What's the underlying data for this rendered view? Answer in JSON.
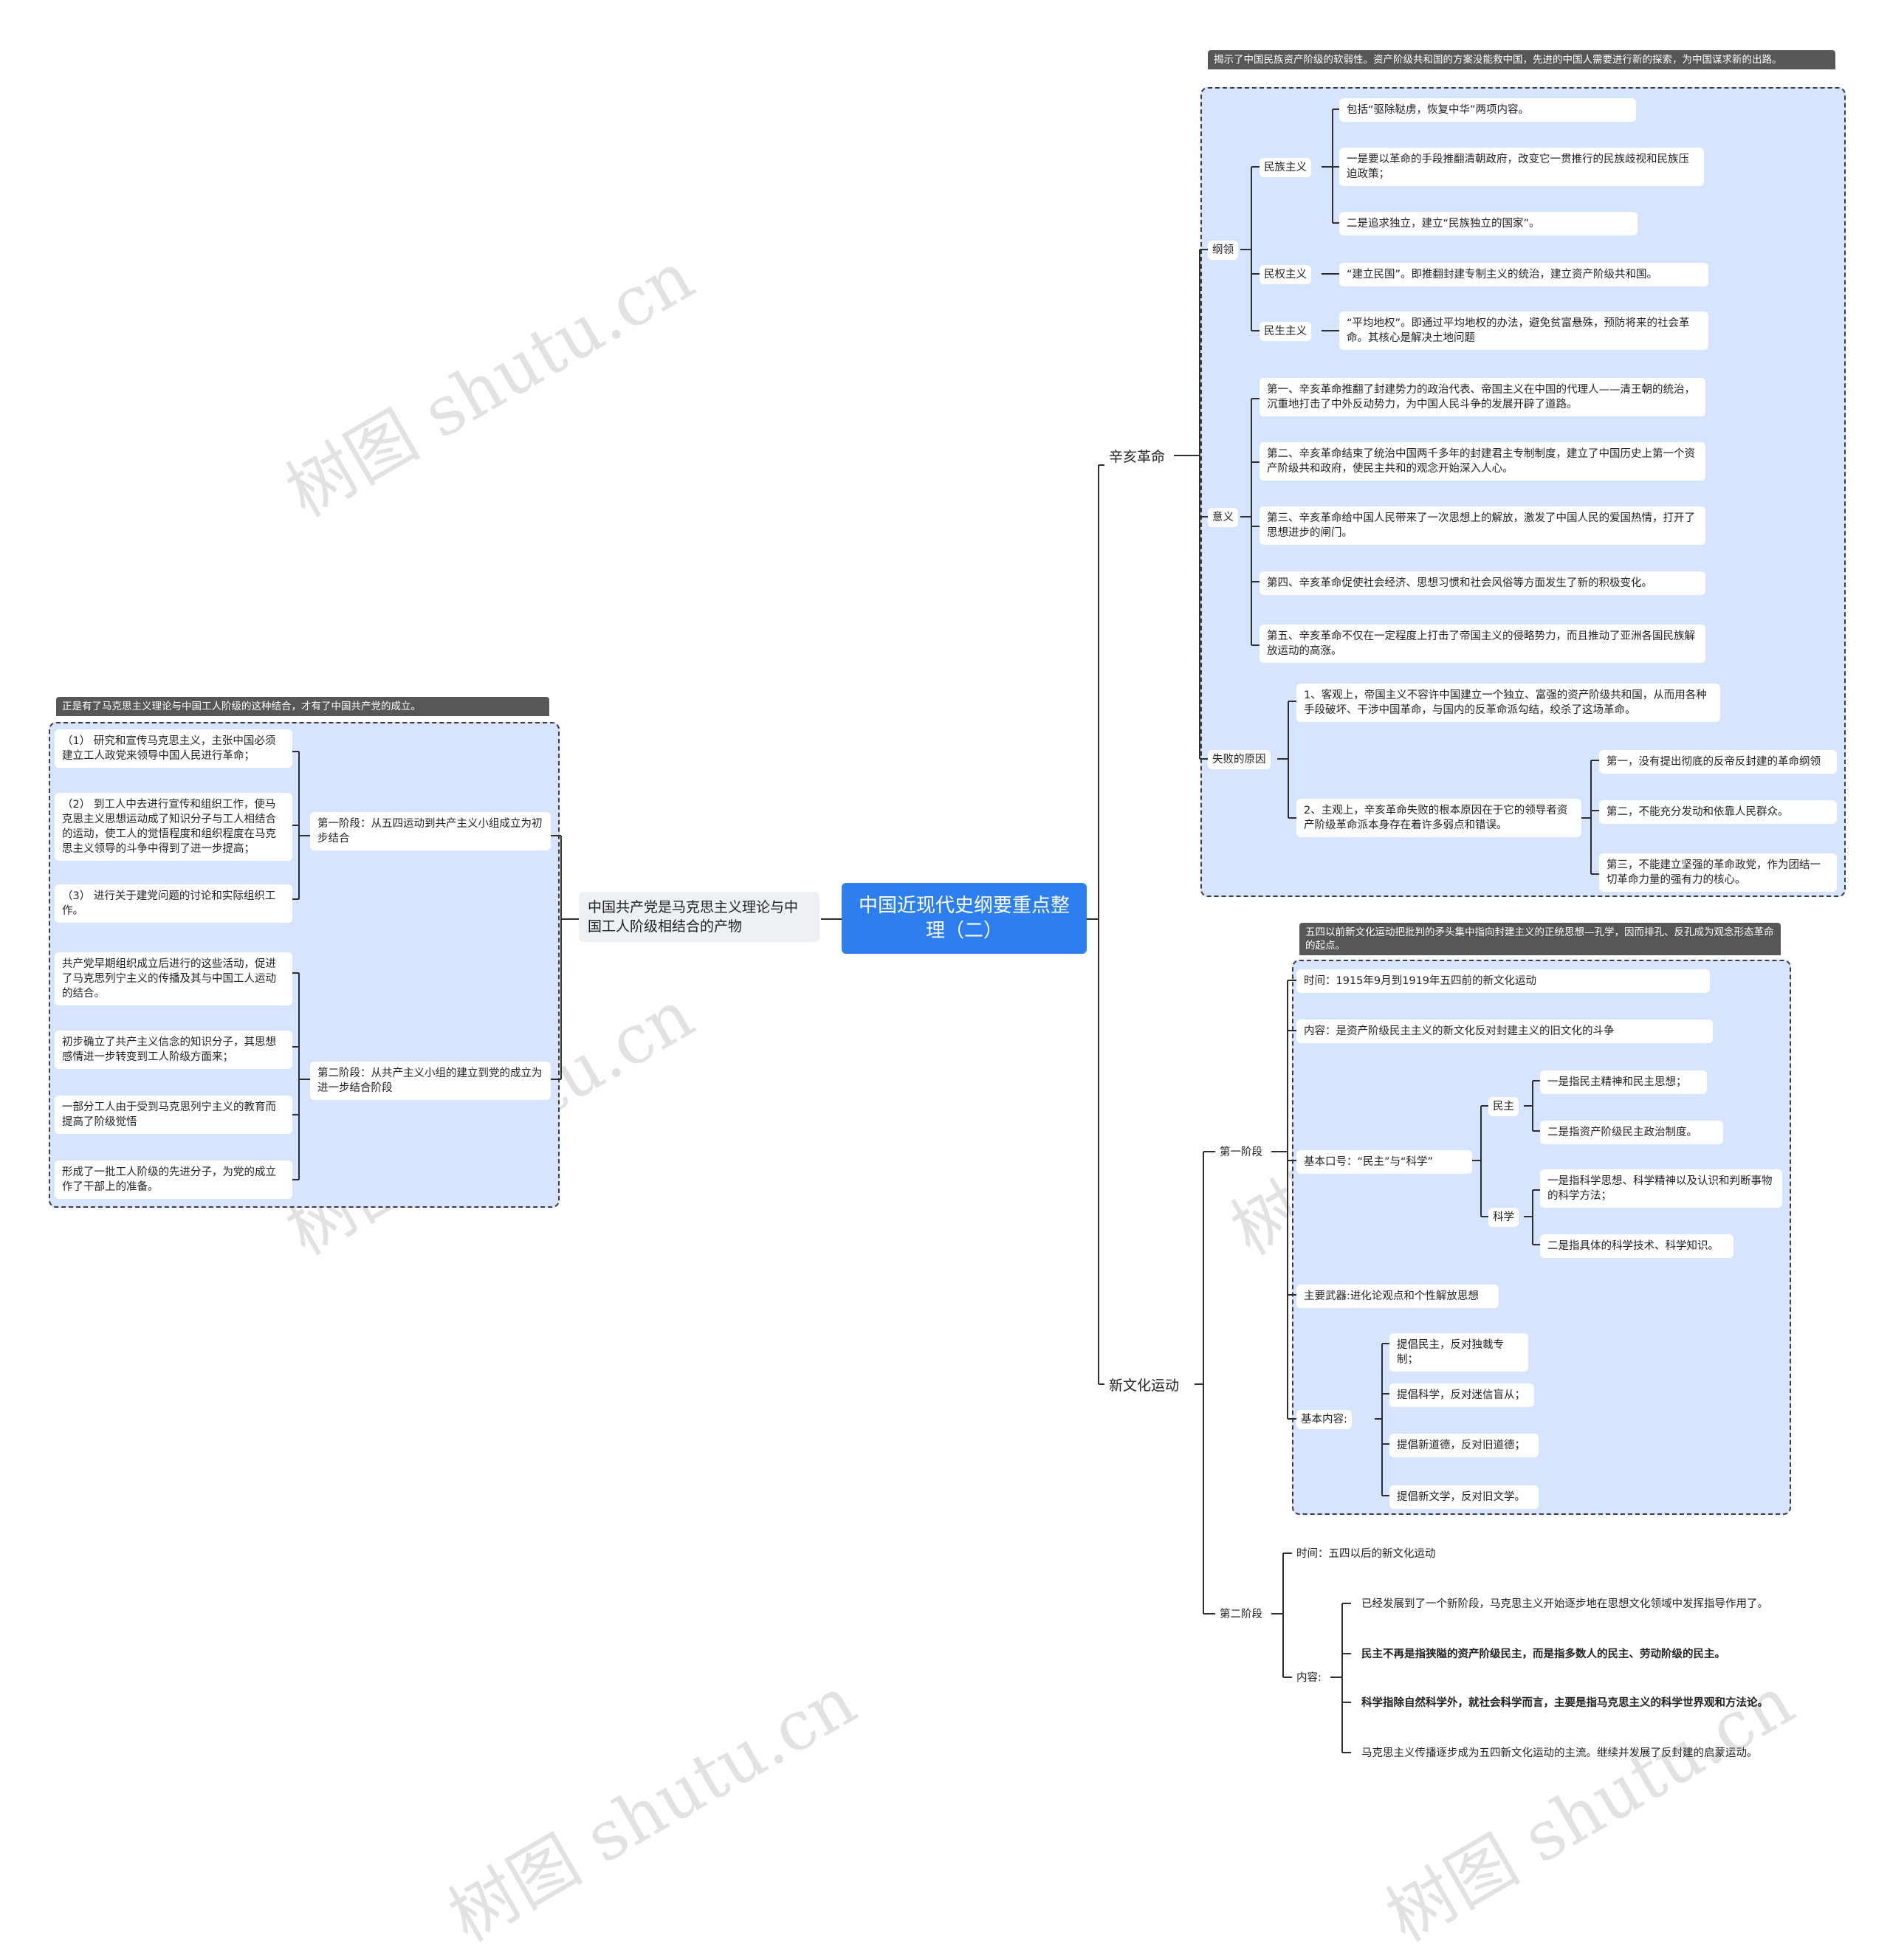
{
  "root": "中国近现代史纲要重点整理（二）",
  "left": {
    "topic": "中国共产党是马克思主义理论与中国工人阶级相结合的产物",
    "summary": "正是有了马克思主义理论与中国工人阶级的这种结合，才有了中国共产党的成立。",
    "stage1": {
      "label": "第一阶段：从五四运动到共产主义小组成立为初步结合",
      "items": [
        "（1） 研究和宣传马克思主义，主张中国必须建立工人政党来领导中国人民进行革命；",
        "（2） 到工人中去进行宣传和组织工作，使马克思主义思想运动成了知识分子与工人相结合的运动，使工人的觉悟程度和组织程度在马克思主义领导的斗争中得到了进一步提高；",
        "（3） 进行关于建党问题的讨论和实际组织工作。"
      ]
    },
    "stage2": {
      "label": "第二阶段：从共产主义小组的建立到党的成立为进一步结合阶段",
      "items": [
        "共产党早期组织成立后进行的这些活动，促进了马克思列宁主义的传播及其与中国工人运动的结合。",
        "初步确立了共产主义信念的知识分子，其思想感情进一步转变到工人阶级方面来；",
        "一部分工人由于受到马克思列宁主义的教育而提高了阶级觉悟",
        "形成了一批工人阶级的先进分子，为党的成立作了干部上的准备。"
      ]
    }
  },
  "xinhai": {
    "topic": "辛亥革命",
    "summary": "揭示了中国民族资产阶级的软弱性。资产阶级共和国的方案没能救中国，先进的中国人需要进行新的探索，为中国谋求新的出路。",
    "gangling": "纲领",
    "minzu": "民族主义",
    "minzu_items": [
      "包括“驱除鞑虏，恢复中华”两项内容。",
      "一是要以革命的手段推翻清朝政府，改变它一贯推行的民族歧视和民族压迫政策；",
      "二是追求独立，建立“民族独立的国家”。"
    ],
    "minquan": "民权主义",
    "minquan_item": "“建立民国”。即推翻封建专制主义的统治，建立资产阶级共和国。",
    "minsheng": "民生主义",
    "minsheng_item": "“平均地权”。即通过平均地权的办法，避免贫富悬殊，预防将来的社会革命。其核心是解决土地问题",
    "yiyi": "意义",
    "yiyi_items": [
      "第一、辛亥革命推翻了封建势力的政治代表、帝国主义在中国的代理人——清王朝的统治，沉重地打击了中外反动势力，为中国人民斗争的发展开辟了道路。",
      "第二、辛亥革命结束了统治中国两千多年的封建君主专制制度，建立了中国历史上第一个资产阶级共和政府，使民主共和的观念开始深入人心。",
      "第三、辛亥革命给中国人民带来了一次思想上的解放，激发了中国人民的爱国热情，打开了思想进步的闸门。",
      "第四、辛亥革命促使社会经济、思想习惯和社会风俗等方面发生了新的积极变化。",
      "第五、辛亥革命不仅在一定程度上打击了帝国主义的侵略势力，而且推动了亚洲各国民族解放运动的高涨。"
    ],
    "shibai": "失败的原因",
    "shibai_1": "1、客观上，帝国主义不容许中国建立一个独立、富强的资产阶级共和国，从而用各种手段破坏、干涉中国革命，与国内的反革命派勾结，绞杀了这场革命。",
    "shibai_2": "2、主观上，辛亥革命失败的根本原因在于它的领导者资产阶级革命派本身存在着许多弱点和错误。",
    "shibai_2_items": [
      "第一，没有提出彻底的反帝反封建的革命纲领",
      "第二，不能充分发动和依靠人民群众。",
      "第三，不能建立坚强的革命政党，作为团结一切革命力量的强有力的核心。"
    ]
  },
  "xinwenhua": {
    "topic": "新文化运动",
    "stage1": "第一阶段",
    "summary": "五四以前新文化运动把批判的矛头集中指向封建主义的正统思想—孔学，因而排孔、反孔成为观念形态革命的起点。",
    "time": "时间：1915年9月到1919年五四前的新文化运动",
    "content": "内容：是资产阶级民主主义的新文化反对封建主义的旧文化的斗争",
    "slogan": "基本口号：“民主”与“科学”",
    "minzhu": "民主",
    "minzhu_items": [
      "一是指民主精神和民主思想；",
      "二是指资产阶级民主政治制度。"
    ],
    "kexue": "科学",
    "kexue_items": [
      "一是指科学思想、科学精神以及认识和判断事物的科学方法；",
      "二是指具体的科学技术、科学知识。"
    ],
    "weapon": "主要武器:进化论观点和个性解放思想",
    "basic": "基本内容:",
    "basic_items": [
      "提倡民主，反对独裁专制；",
      "提倡科学，反对迷信盲从；",
      "提倡新道德，反对旧道德；",
      "提倡新文学，反对旧文学。"
    ],
    "stage2": "第二阶段",
    "stage2_time": "时间：五四以后的新文化运动",
    "stage2_content": "内容:",
    "stage2_items": [
      "已经发展到了一个新阶段，马克思主义开始逐步地在思想文化领域中发挥指导作用了。",
      "民主不再是指狭隘的资产阶级民主，而是指多数人的民主、劳动阶级的民主。",
      "科学指除自然科学外，就社会科学而言，主要是指马克思主义的科学世界观和方法论。",
      "马克思主义传播逐步成为五四新文化运动的主流。继续并发展了反封建的启蒙运动。"
    ]
  },
  "watermark": "树图 shutu.cn",
  "colors": {
    "root": "#2d7ff0",
    "zone": "#d6e4ff",
    "summary": "#575757",
    "line": "#2f2f2f"
  }
}
